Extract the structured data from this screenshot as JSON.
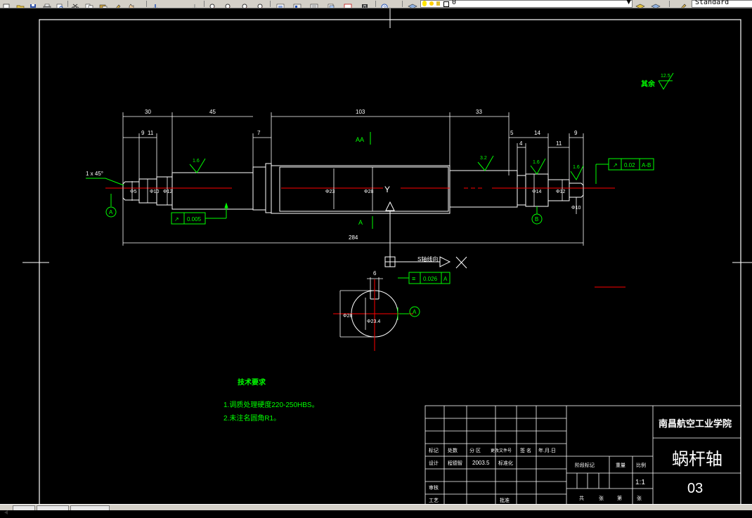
{
  "toolbar": {
    "layer_value": "0",
    "textstyle_value": "Standard",
    "icons": [
      "new-file-icon",
      "open-file-icon",
      "save-icon",
      "print-icon",
      "print-preview-icon",
      "cut-icon",
      "copy-icon",
      "paste-icon",
      "match-properties-icon",
      "undo-icon",
      "redo-icon",
      "pan-icon",
      "zoom-realtime-icon",
      "zoom-window-icon",
      "zoom-previous-icon",
      "properties-icon",
      "design-center-icon",
      "tool-palette-icon",
      "sheetset-icon",
      "calculator-icon",
      "help-icon"
    ]
  },
  "colors": {
    "background": "#000000",
    "geometry": "#ffffff",
    "dimension": "#00ff00",
    "centerline": "#ff0000",
    "ucs": "#ffffff"
  },
  "drawing": {
    "surface_finish_note": {
      "label": "其余",
      "value": "12.5"
    },
    "dimensions": {
      "top": [
        "30",
        "45",
        "103",
        "33"
      ],
      "second": [
        "9",
        "11",
        "7",
        "5",
        "14",
        "9"
      ],
      "small": [
        "4",
        "11"
      ],
      "overall": "284",
      "chamfer": "1 x 45°",
      "diameters": [
        "Φ5",
        "Φ10",
        "Φ12",
        "Φ23",
        "Φ28",
        "Φ14",
        "Φ12",
        "Φ10"
      ],
      "section_width": "6",
      "section_diameters": [
        "Φ28",
        "Φ23.4"
      ]
    },
    "roughness": [
      "1.6",
      "3.2",
      "1.6",
      "1.6"
    ],
    "section_labels": {
      "aa": "AA",
      "a": "A"
    },
    "datums": [
      "A",
      "B",
      "A"
    ],
    "tolerances": {
      "runout_main": {
        "symbol": "↗",
        "value": "0.02",
        "datum": "A-B"
      },
      "runout_left": {
        "symbol": "↗",
        "value": "0.005"
      },
      "symmetry": {
        "symbol": "≡",
        "value": "0.026",
        "datum": "A"
      }
    },
    "ucs": {
      "y": "Y",
      "x": "X",
      "label": "S轴线向"
    },
    "technical_requirements": {
      "title": "技术要求",
      "items": [
        "1.调质处理硬度220-250HBS。",
        "2.未注名圆角R1。"
      ]
    }
  },
  "title_block": {
    "school": "南昌航空工业学院",
    "part_name": "蜗杆轴",
    "drawing_no": "03",
    "scale": "1:1",
    "header_row": [
      "标记",
      "处数",
      "分 区",
      "更改文件号",
      "签 名",
      "年.月.日"
    ],
    "design_row": {
      "label": "设计",
      "name": "程德智",
      "date": "2003.5",
      "std": "标准化"
    },
    "review": "审核",
    "process": "工艺",
    "approve": "批准",
    "stage_labels": [
      "阶段标记",
      "重量",
      "比例"
    ],
    "bottom_labels": [
      "共",
      "张",
      "第",
      "张"
    ]
  }
}
